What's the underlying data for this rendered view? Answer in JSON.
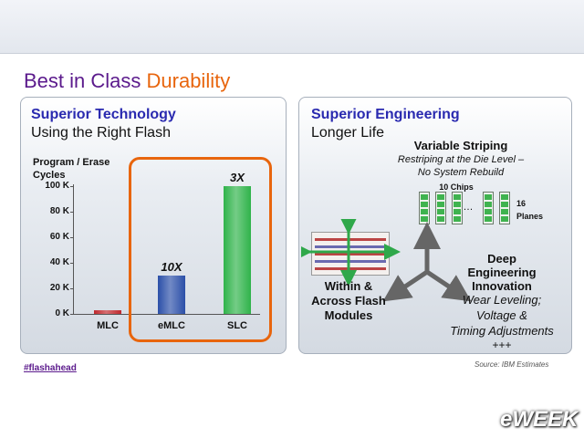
{
  "slide": {
    "title_part1": "Best in Class",
    "title_part2": "Durability",
    "footer_tag": "#flashahead",
    "source": "Source:  IBM Estimates",
    "logo": "eWEEK"
  },
  "left_panel": {
    "heading": "Superior Technology",
    "subheading": "Using the Right Flash"
  },
  "right_panel": {
    "heading": "Superior Engineering",
    "subheading": "Longer Life",
    "striping_title": "Variable Striping",
    "striping_line1": "Restriping at the Die Level –",
    "striping_line2": "No System Rebuild",
    "chips_label": "10 Chips",
    "planes_line1": "16",
    "planes_line2": "Planes",
    "within_line1": "Within &",
    "within_line2": "Across Flash",
    "within_line3": "Modules",
    "deep_line1": "Deep",
    "deep_line2": "Engineering",
    "deep_line3": "Innovation",
    "deep_line4": "Wear Leveling;",
    "deep_line5": "Voltage &",
    "deep_line6": "Timing Adjustments",
    "deep_line7": "+++"
  },
  "chart_data": {
    "type": "bar",
    "ylabel_line1": "Program / Erase",
    "ylabel_line2": "Cycles",
    "categories": [
      "MLC",
      "eMLC",
      "SLC"
    ],
    "values": [
      3000,
      30000,
      100000
    ],
    "ylim": [
      0,
      100000
    ],
    "yticks": [
      "0 K",
      "20 K",
      "40 K",
      "60 K",
      "80 K",
      "100 K"
    ],
    "ytick_values": [
      0,
      20000,
      40000,
      60000,
      80000,
      100000
    ],
    "bar_annotations": [
      "",
      "10X",
      "3X"
    ],
    "colors": [
      "#c0282d",
      "#2b4fa8",
      "#2fb34a"
    ]
  }
}
